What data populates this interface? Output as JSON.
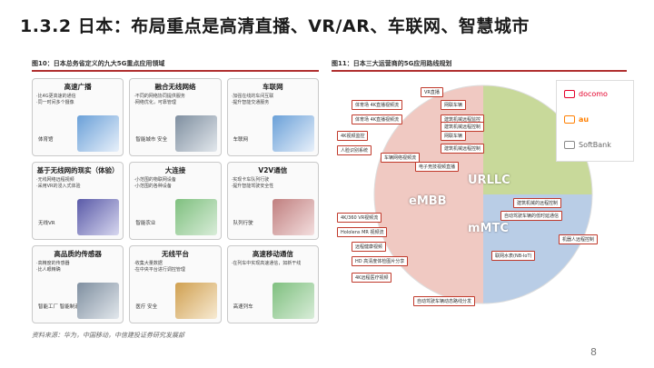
{
  "title": "1.3.2  日本：布局重点是高清直播、VR/AR、车联网、智慧城市",
  "figure_left_caption": "图10：日本总务省定义的九大5G重点应用领域",
  "figure_right_caption": "图11：日本三大运营商的5G应用路线规划",
  "cells": [
    {
      "title": "高速广播",
      "bullets": "·比4G更高速的通信\n·同一时间多个摄像",
      "tag": "体育馆"
    },
    {
      "title": "融合无线网络",
      "bullets": "·不同的网络协同提供服务\n·网络优化，可靠管理",
      "tag": "智能城市 安全"
    },
    {
      "title": "车联网",
      "bullets": "·加强在线的车间互联\n·提升智能交通服务",
      "tag": "车联网"
    },
    {
      "title": "基于无线网的现实（体验）",
      "bullets": "·无线网络远程视频\n·采用VR的浸入式体验",
      "tag": "无线VR"
    },
    {
      "title": "大连接",
      "bullets": "·小范围的物联网设备\n·小范围的各种设备",
      "tag": "智能农业"
    },
    {
      "title": "V2V通信",
      "bullets": "·实现卡车队列行驶\n·提升智能驾驶安全性",
      "tag": "队列行驶"
    },
    {
      "title": "高品质的传感器",
      "bullets": "·高精度的传感器\n·比人眼精确",
      "tag": "智能工厂 智能制造"
    },
    {
      "title": "无线平台",
      "bullets": "·收集大量数据\n·在中央平台进行调控管理",
      "tag": "医疗 安全"
    },
    {
      "title": "高速移动通信",
      "bullets": "·在列车中实现高速通信，如新干线",
      "tag": "高速列车"
    }
  ],
  "diagram": {
    "urllc": "URLLC",
    "embb": "eMBB",
    "mmtc": "mMTC",
    "labels": [
      "VR直播",
      "体育场 4K直播视频流",
      "体育场 4K直播视频流",
      "4K视频监控",
      "人脸识别系统",
      "车辆网络视频流",
      "网联车辆",
      "建筑机械远程监控",
      "建筑机械远程控制",
      "网联车辆",
      "建筑机械远程控制",
      "电子竞技视频直播",
      "4K/360 VR视频流",
      "Hololens MR 视频流",
      "远程健康视频",
      "HD 高清度体检图片分享",
      "4K远程医疗视频",
      "建筑机械的远程控制",
      "自动驾驶车辆的低时延通信",
      "机器人远程控制",
      "联网水表(NB-IoT)",
      "自动驾驶车辆动态路线分发"
    ]
  },
  "operators": [
    "docomo",
    "au",
    "SoftBank"
  ],
  "colors": {
    "docomo": "#e4002b",
    "au": "#ff7f00",
    "softbank": "#888888"
  },
  "source": "资料来源：华为，中国移动，中信建投证券研究发展部",
  "page_number": "8"
}
